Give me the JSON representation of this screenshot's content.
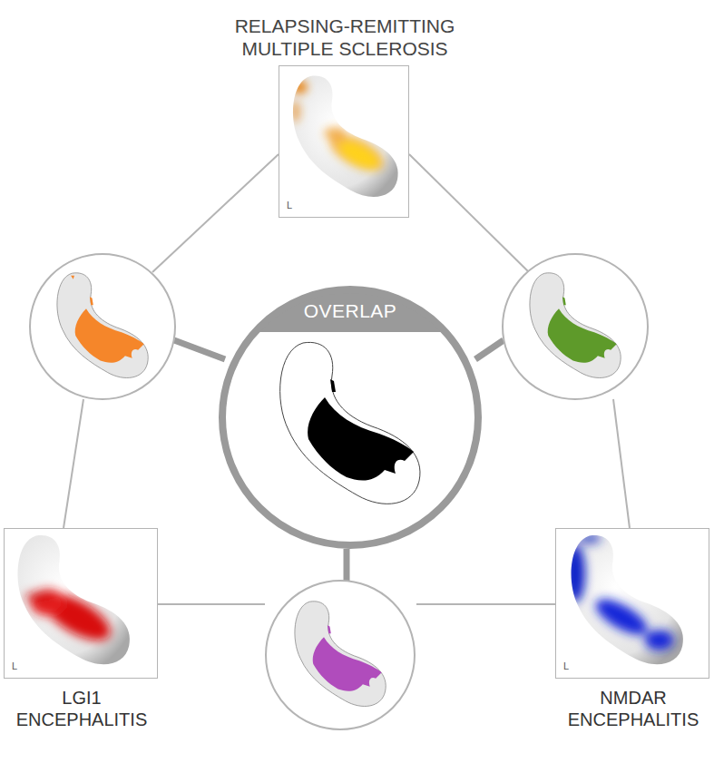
{
  "diagram": {
    "nodes": [
      {
        "text": [
          "RELAPSING-REMITTING MULTIPLE SCLEROSIS",
          "L"
        ]
      },
      {
        "text": [
          "OVERLAP"
        ]
      },
      {
        "text": [
          "LGI1 ENCEPHALITIS",
          "L"
        ]
      },
      {
        "text": [
          "NMDAR ENCEPHALITIS",
          "L"
        ]
      }
    ]
  }
}
